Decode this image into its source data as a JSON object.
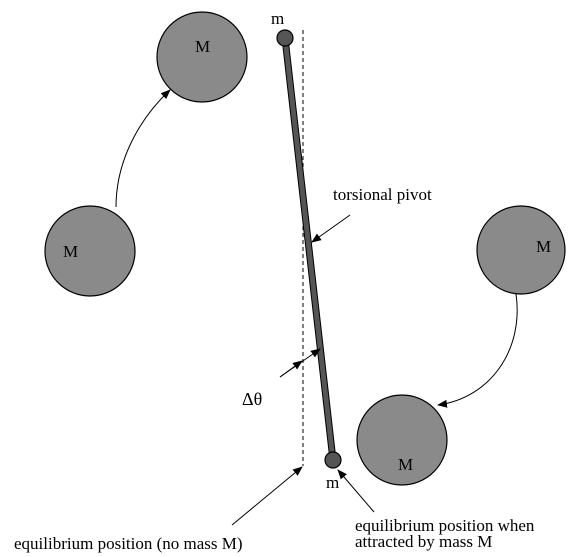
{
  "labels": {
    "mass_large_top": "M",
    "mass_large_left": "M",
    "mass_large_right": "M",
    "mass_large_bottom": "M",
    "mass_small_top": "m",
    "mass_small_bottom": "m",
    "torsional_pivot": "torsional pivot",
    "delta_theta": "Δθ",
    "equilibrium_no_mass": "equilibrium position (no mass M)",
    "equilibrium_attracted_line1": "equilibrium position when",
    "equilibrium_attracted_line2": "attracted by mass M"
  },
  "colors": {
    "sphere_fill": "#8a8a8a",
    "rod_fill": "#555555",
    "outline": "#000000"
  }
}
